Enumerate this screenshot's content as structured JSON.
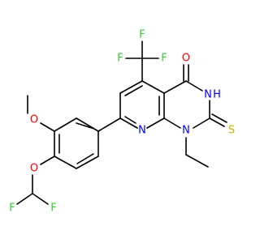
{
  "colors": {
    "background": "#ffffff",
    "bond": "#000000",
    "carbon": "#000000",
    "fluorine": "#32cd32",
    "oxygen": "#ff0000",
    "nitrogen": "#0000ff",
    "sulfur": "#c8b400"
  },
  "atoms": {
    "F_cf3_left": "F",
    "F_cf3_top": "F",
    "F_cf3_right": "F",
    "O_carbonyl": "O",
    "NH": "N",
    "H_on_N": "H",
    "S_thione": "S",
    "N1": "N",
    "N_pyridine": "N",
    "O_methoxy": "O",
    "O_ether": "O",
    "F_chf2_left": "F",
    "F_chf2_right": "F"
  }
}
